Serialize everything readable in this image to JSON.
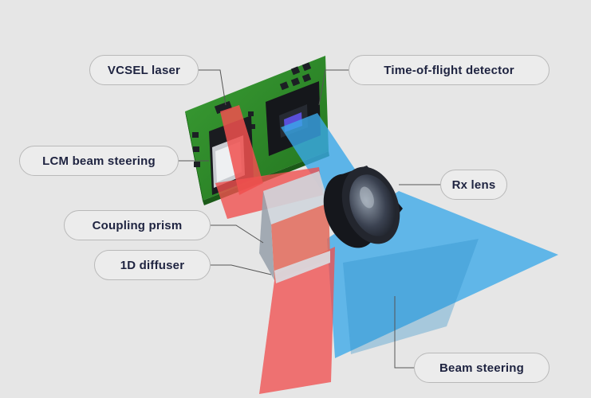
{
  "labels": {
    "vcsel": "VCSEL laser",
    "tof": "Time-of-flight detector",
    "lcm": "LCM beam steering",
    "rx": "Rx lens",
    "prism": "Coupling prism",
    "diffuser": "1D diffuser",
    "steering": "Beam steering"
  },
  "colors": {
    "background": "#e6e6e6",
    "pcb": "#2f8f2c",
    "red_beam": "#f0504f",
    "blue_beam": "#3aa8e8",
    "label_text": "#1e2340",
    "label_border": "#b9b9b9"
  }
}
